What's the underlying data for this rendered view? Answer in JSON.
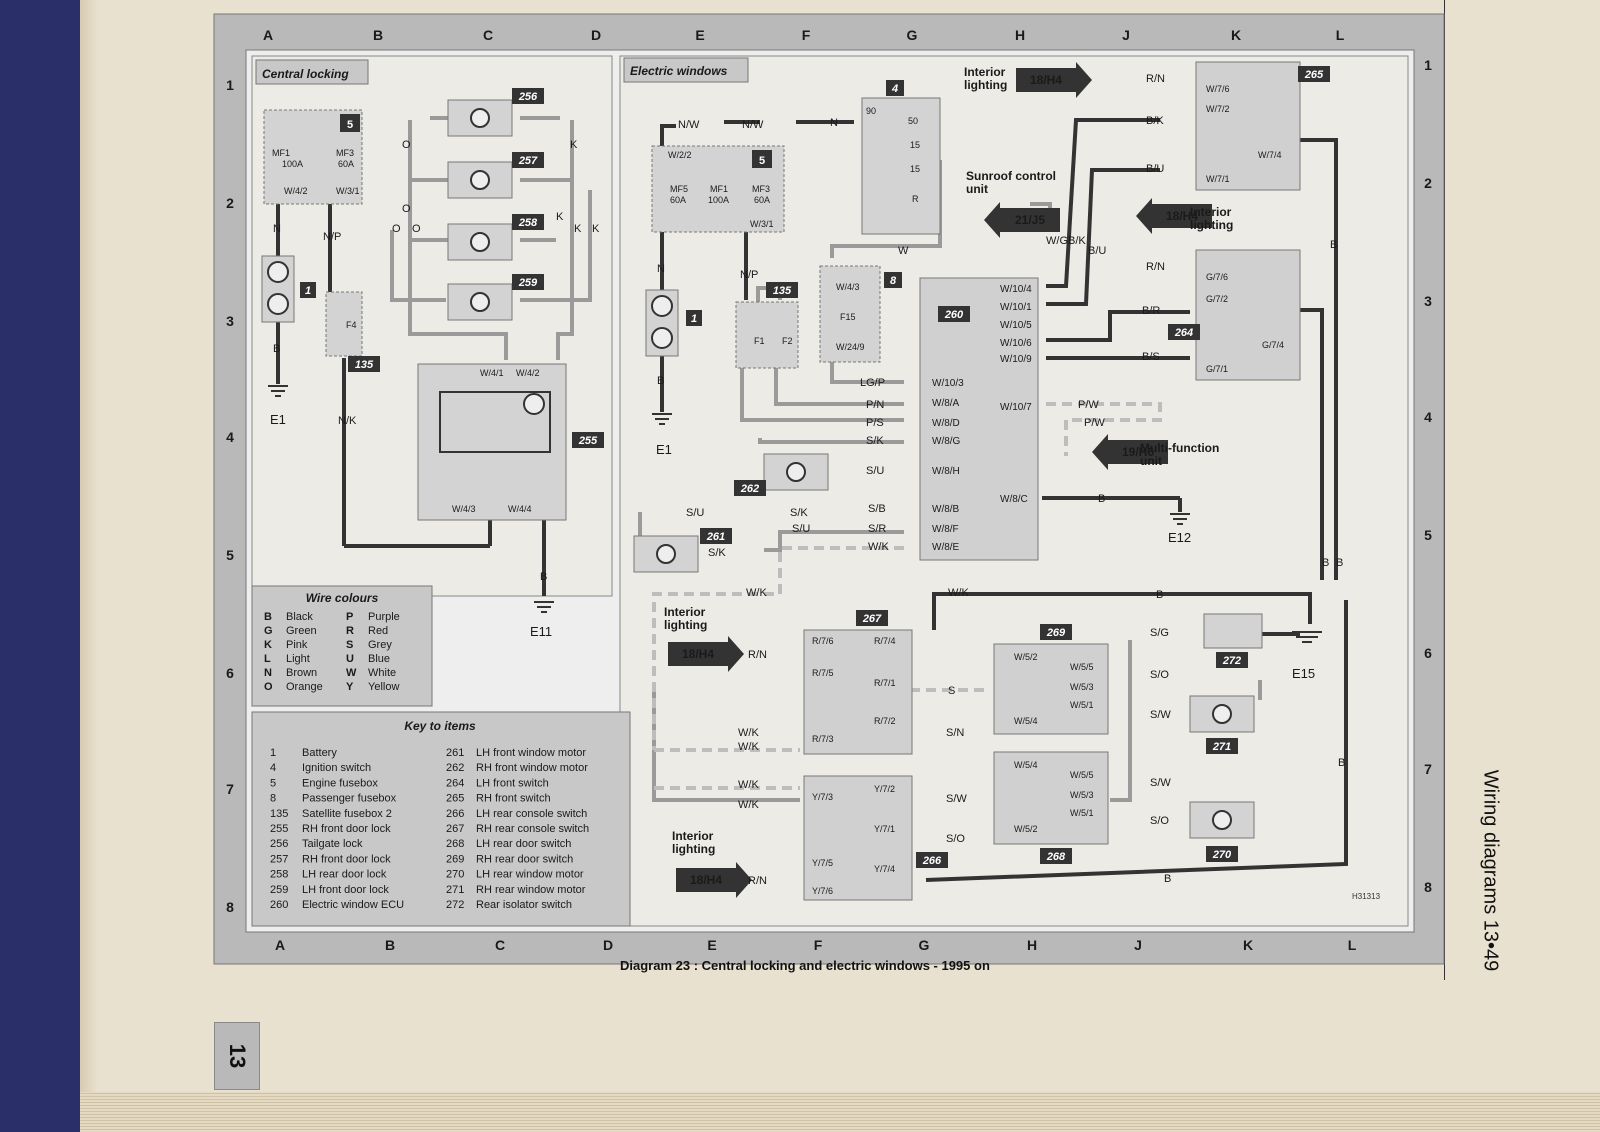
{
  "page": {
    "caption": "Diagram 23 : Central locking and electric windows - 1995 on",
    "side_caption": "Wiring diagrams 13•49",
    "chapter_tab": "13",
    "ref_code": "H31313"
  },
  "grid": {
    "columns": [
      "A",
      "B",
      "C",
      "D",
      "E",
      "F",
      "G",
      "H",
      "J",
      "K",
      "L"
    ],
    "rows": [
      "1",
      "2",
      "3",
      "4",
      "5",
      "6",
      "7",
      "8"
    ]
  },
  "panels": {
    "central_locking": "Central locking",
    "electric_windows": "Electric windows"
  },
  "wire_colours": {
    "title": "Wire colours",
    "entries": [
      {
        "code": "B",
        "name": "Black"
      },
      {
        "code": "G",
        "name": "Green"
      },
      {
        "code": "K",
        "name": "Pink"
      },
      {
        "code": "L",
        "name": "Light"
      },
      {
        "code": "N",
        "name": "Brown"
      },
      {
        "code": "O",
        "name": "Orange"
      },
      {
        "code": "P",
        "name": "Purple"
      },
      {
        "code": "R",
        "name": "Red"
      },
      {
        "code": "S",
        "name": "Grey"
      },
      {
        "code": "U",
        "name": "Blue"
      },
      {
        "code": "W",
        "name": "White"
      },
      {
        "code": "Y",
        "name": "Yellow"
      }
    ]
  },
  "key_to_items": {
    "title": "Key to items",
    "items": [
      {
        "n": "1",
        "name": "Battery"
      },
      {
        "n": "4",
        "name": "Ignition switch"
      },
      {
        "n": "5",
        "name": "Engine fusebox"
      },
      {
        "n": "8",
        "name": "Passenger fusebox"
      },
      {
        "n": "135",
        "name": "Satellite fusebox 2"
      },
      {
        "n": "255",
        "name": "RH front door lock"
      },
      {
        "n": "256",
        "name": "Tailgate lock"
      },
      {
        "n": "257",
        "name": "RH front door lock"
      },
      {
        "n": "258",
        "name": "LH rear door lock"
      },
      {
        "n": "259",
        "name": "LH front door lock"
      },
      {
        "n": "260",
        "name": "Electric window ECU"
      },
      {
        "n": "261",
        "name": "LH front window motor"
      },
      {
        "n": "262",
        "name": "RH front window motor"
      },
      {
        "n": "264",
        "name": "LH front switch"
      },
      {
        "n": "265",
        "name": "RH front switch"
      },
      {
        "n": "266",
        "name": "LH rear console switch"
      },
      {
        "n": "267",
        "name": "RH rear console switch"
      },
      {
        "n": "268",
        "name": "LH rear door switch"
      },
      {
        "n": "269",
        "name": "RH rear door switch"
      },
      {
        "n": "270",
        "name": "LH rear window motor"
      },
      {
        "n": "271",
        "name": "RH rear window motor"
      },
      {
        "n": "272",
        "name": "Rear isolator switch"
      }
    ]
  },
  "component_badges": [
    "5",
    "1",
    "135",
    "256",
    "257",
    "258",
    "259",
    "255",
    "4",
    "8",
    "260",
    "262",
    "261",
    "265",
    "264",
    "267",
    "269",
    "266",
    "268",
    "272",
    "271",
    "270"
  ],
  "connectors": {
    "ecu": [
      "W/10/4",
      "W/10/1",
      "W/10/5",
      "W/10/6",
      "W/10/9",
      "W/10/3",
      "W/8/A",
      "W/8/D",
      "W/8/G",
      "W/8/H",
      "W/10/7",
      "W/8/C",
      "W/8/B",
      "W/8/F",
      "W/8/E"
    ],
    "central": [
      "W/4/2",
      "W/3/1",
      "W/4/1",
      "W/4/2",
      "W/4/3",
      "W/4/4"
    ],
    "fusebox": [
      "W/2/2",
      "W/3/1",
      "W/4/3",
      "W/24/9"
    ],
    "sw265": [
      "W/7/6",
      "W/7/2",
      "W/7/4",
      "W/7/1"
    ],
    "sw264": [
      "G/7/6",
      "G/7/2",
      "G/7/4",
      "G/7/1"
    ],
    "sw267": [
      "R/7/6",
      "R/7/4",
      "R/7/5",
      "R/7/1",
      "R/7/2",
      "R/7/3"
    ],
    "sw266": [
      "Y/7/3",
      "Y/7/2",
      "Y/7/1",
      "Y/7/5",
      "Y/7/4",
      "Y/7/6"
    ],
    "sw269": [
      "W/5/2",
      "W/5/5",
      "W/5/3",
      "W/5/4",
      "W/5/1"
    ],
    "sw268": [
      "W/5/4",
      "W/5/5",
      "W/5/3",
      "W/5/2",
      "W/5/1"
    ]
  },
  "fuses": [
    "MF1",
    "100A",
    "MF3",
    "60A",
    "MF5",
    "60A",
    "MF1",
    "100A",
    "MF3",
    "60A",
    "F4",
    "F1",
    "F2",
    "F15"
  ],
  "grounds": [
    "E1",
    "E11",
    "E1",
    "E12",
    "E15"
  ],
  "cross_refs": [
    {
      "ref": "18/H4",
      "label": "Interior lighting"
    },
    {
      "ref": "21/J5",
      "label": "Sunroof control unit"
    },
    {
      "ref": "18/H4",
      "label": "Interior lighting"
    },
    {
      "ref": "19/H6",
      "label": "Multi-function unit"
    },
    {
      "ref": "18/H4",
      "label": "Interior lighting"
    },
    {
      "ref": "18/H4",
      "label": "Interior lighting"
    }
  ],
  "wire_labels_cl": [
    "N",
    "N/P",
    "B",
    "N/K",
    "B",
    "O",
    "O",
    "O",
    "O",
    "K",
    "K",
    "K",
    "K"
  ],
  "wire_labels_ew": [
    "N/W",
    "N/W",
    "N",
    "N",
    "N/P",
    "B",
    "W",
    "W/G",
    "B/K",
    "B/U",
    "LG/P",
    "P/N",
    "P/S",
    "S/K",
    "S/U",
    "S/U",
    "S/K",
    "S/U",
    "S/K",
    "S/B",
    "S/R",
    "W/K",
    "W/K",
    "P/W",
    "P/W",
    "B",
    "R/N",
    "B/K",
    "B/U",
    "R/N",
    "B/R",
    "B/S",
    "B",
    "B",
    "B",
    "B",
    "W/K",
    "R/N",
    "S",
    "S/N",
    "W/K",
    "W/K",
    "W/K",
    "W/K",
    "S/W",
    "S/O",
    "R/N",
    "S/G",
    "S/O",
    "S/W",
    "S/W",
    "S/O",
    "B",
    "B"
  ],
  "ignition_terminals": [
    "90",
    "50",
    "15",
    "15",
    "R"
  ],
  "colors": {
    "panel": "#ececec",
    "frame": "#b8b8b8",
    "badge": "#333333",
    "wire": "#333333",
    "dashed": "#bdbdbd"
  }
}
